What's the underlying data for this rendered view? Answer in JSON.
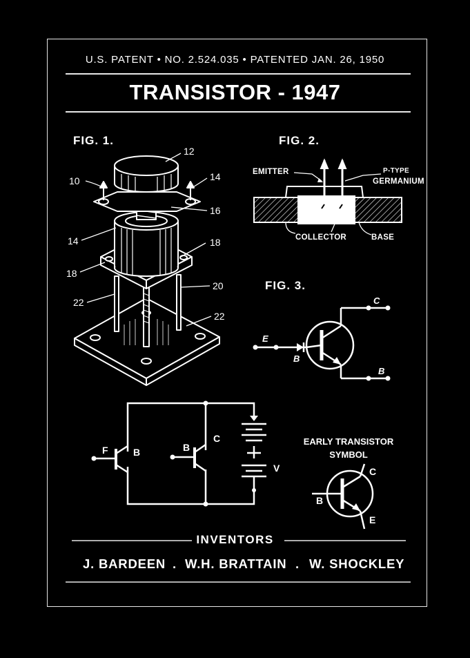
{
  "header": {
    "patent_line": "U.S. PATENT • NO. 2.524.035 • PATENTED JAN. 26, 1950",
    "title": "TRANSISTOR - 1947"
  },
  "fig1": {
    "label": "FIG. 1.",
    "parts": [
      "12",
      "10",
      "14",
      "16",
      "14",
      "18",
      "18",
      "20",
      "22",
      "22"
    ]
  },
  "fig2": {
    "label": "FIG. 2.",
    "emitter": "EMITTER",
    "ptype_1": "P-TYPE",
    "ptype_2": "GERMANIUM",
    "collector": "COLLECTOR",
    "base": "BASE"
  },
  "fig3": {
    "label": "FIG. 3.",
    "c": "C",
    "e": "E",
    "b_inner": "B",
    "b_outer": "B"
  },
  "circuit": {
    "f": "F",
    "b1": "B",
    "b2": "B",
    "c": "C",
    "v": "V"
  },
  "early_symbol": {
    "title_1": "EARLY TRANSISTOR",
    "title_2": "SYMBOL",
    "c": "C",
    "b": "B",
    "e": "E"
  },
  "inventors": {
    "heading": "INVENTORS",
    "names": [
      "J. BARDEEN",
      "W.H. BRATTAIN",
      "W. SHOCKLEY"
    ],
    "separator": "."
  },
  "colors": {
    "background": "#000000",
    "foreground": "#ffffff"
  }
}
